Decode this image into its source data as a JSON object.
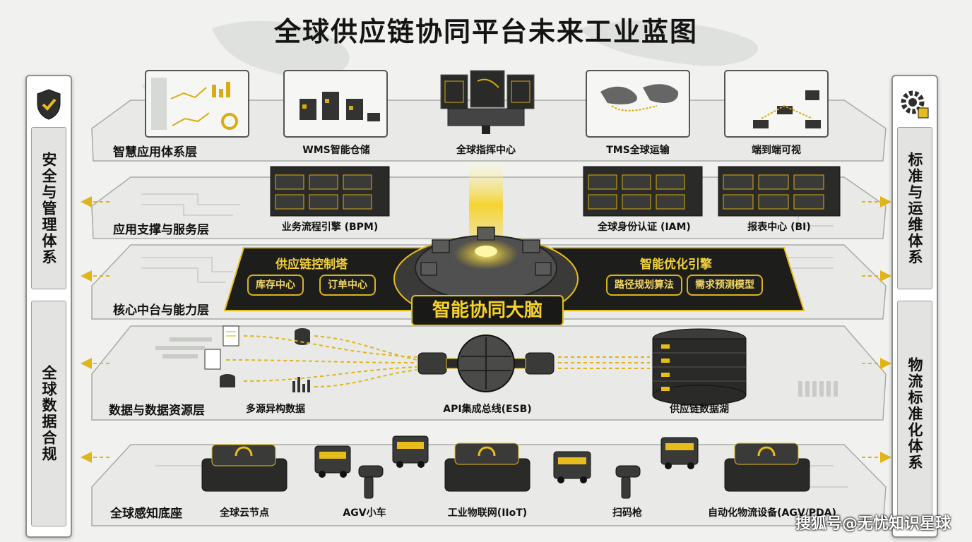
{
  "title": "全球供应链协同平台未来工业蓝图",
  "left_pillar": {
    "top": "安全与管理体系",
    "bottom": "全球数据合规"
  },
  "right_pillar": {
    "top": "标准与运维体系",
    "bottom": "物流标准化体系"
  },
  "layers": {
    "app": {
      "label": "智慧应用体系层",
      "nodes": [
        "WMS智能仓储",
        "全球指挥中心",
        "TMS全球运输",
        "端到端可视"
      ]
    },
    "service": {
      "label": "应用支撑与服务层",
      "nodes": [
        "业务流程引擎 (BPM)",
        "全球身份认证 (IAM)",
        "报表中心 (BI)"
      ]
    },
    "core": {
      "label": "核心中台与能力层",
      "left_panel": {
        "title": "供应链控制塔",
        "pills": [
          "库存中心",
          "订单中心"
        ]
      },
      "right_panel": {
        "title": "智能优化引擎",
        "pills": [
          "路径规划算法",
          "需求预测模型"
        ]
      },
      "brain": "智能协同大脑"
    },
    "data": {
      "label": "数据与数据资源层",
      "nodes": [
        "多源异构数据",
        "API集成总线(ESB)",
        "供应链数据湖"
      ]
    },
    "sensing": {
      "label": "全球感知底座",
      "nodes": [
        "全球云节点",
        "AGV小车",
        "工业物联网(IIoT)",
        "扫码枪",
        "自动化物流设备(AGV/PDA)"
      ]
    }
  },
  "watermark": "搜狐号@无忧知识星球",
  "colors": {
    "accent": "#e6bd1a",
    "dark": "#1c1c1a",
    "platform": "#e8e9e6"
  }
}
